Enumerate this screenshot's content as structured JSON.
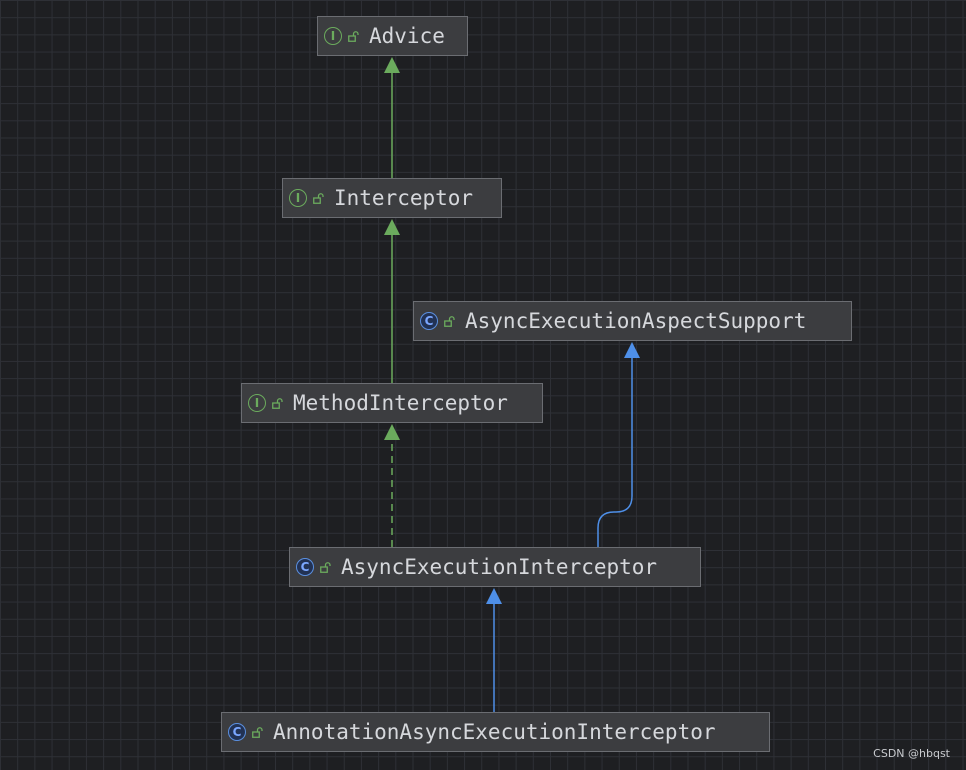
{
  "nodes": [
    {
      "id": "advice",
      "label": "Advice",
      "kind": "I",
      "kind_type": "interface"
    },
    {
      "id": "interceptor",
      "label": "Interceptor",
      "kind": "I",
      "kind_type": "interface"
    },
    {
      "id": "async-execution-aspect-support",
      "label": "AsyncExecutionAspectSupport",
      "kind": "C",
      "kind_type": "class"
    },
    {
      "id": "method-interceptor",
      "label": "MethodInterceptor",
      "kind": "I",
      "kind_type": "interface"
    },
    {
      "id": "async-execution-interceptor",
      "label": "AsyncExecutionInterceptor",
      "kind": "C",
      "kind_type": "class"
    },
    {
      "id": "annotation-async-execution-interceptor",
      "label": "AnnotationAsyncExecutionInterceptor",
      "kind": "C",
      "kind_type": "class"
    }
  ],
  "edges": [
    {
      "from": "interceptor",
      "to": "advice",
      "relation": "extends"
    },
    {
      "from": "method-interceptor",
      "to": "interceptor",
      "relation": "extends"
    },
    {
      "from": "async-execution-interceptor",
      "to": "method-interceptor",
      "relation": "implements"
    },
    {
      "from": "async-execution-interceptor",
      "to": "async-execution-aspect-support",
      "relation": "extends"
    },
    {
      "from": "annotation-async-execution-interceptor",
      "to": "async-execution-interceptor",
      "relation": "extends"
    }
  ],
  "colors": {
    "interface_edge": "#6bab5d",
    "class_edge": "#4e8fe8",
    "interface_icon": "#6bab5d",
    "class_icon": "#5a8fe0",
    "lock_icon": "#6bab5d"
  },
  "icons": {
    "interface": "interface-icon",
    "class": "class-icon",
    "visibility": "public-unlock-icon"
  },
  "watermark": "CSDN @hbqst"
}
